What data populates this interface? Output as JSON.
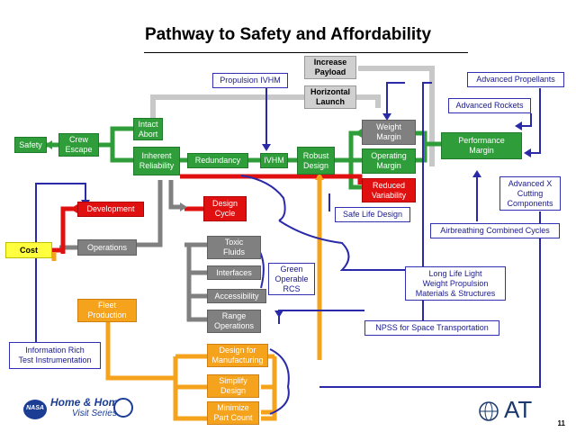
{
  "title": "Pathway to Safety and Affordability",
  "nodes": {
    "safety": "Safety",
    "crew_escape": "Crew\nEscape",
    "intact_abort": "Intact\nAbort",
    "inherent_reliability": "Inherent\nReliability",
    "redundancy": "Redundancy",
    "ivhm": "IVHM",
    "robust_design": "Robust\nDesign",
    "increase_payload": "Increase\nPayload",
    "horizontal_launch": "Horizontal\nLaunch",
    "weight_margin": "Weight\nMargin",
    "operating_margin": "Operating\nMargin",
    "reduced_variability": "Reduced\nVariability",
    "performance_margin": "Performance\nMargin",
    "cost": "Cost",
    "development": "Development",
    "operations": "Operations",
    "design_cycle": "Design\nCycle",
    "toxic_fluids": "Toxic\nFluids",
    "interfaces": "Interfaces",
    "accessibility": "Accessibility",
    "range_operations": "Range\nOperations",
    "fleet_production": "Fleet\nProduction",
    "design_for_manufacturing": "Design for\nManufacturing",
    "simplify_design": "Simplify\nDesign",
    "minimize_part_count": "Minimize\nPart Count"
  },
  "notes": {
    "propulsion_ivhm": "Propulsion IVHM",
    "advanced_propellants": "Advanced Propellants",
    "advanced_rockets": "Advanced Rockets",
    "advanced_x_cutting": "Advanced X\nCutting\nComponents",
    "safe_life_design": "Safe Life Design",
    "airbreathing": "Airbreathing Combined Cycles",
    "green_operable_rcs": "Green\nOperable\nRCS",
    "long_life_light": "Long Life Light\nWeight Propulsion\nMaterials & Structures",
    "npss": "NPSS for Space Transportation",
    "info_rich": "Information Rich\nTest Instrumentation"
  },
  "footer": {
    "page_number": "11",
    "brand_at": "AT",
    "home_home": "Home & Home",
    "visit_series": "Visit Series",
    "nasa": "NASA"
  },
  "colors": {
    "green": "#2e9d3a",
    "gray": "#808080",
    "red": "#e01010",
    "orange": "#f5a21c",
    "blue": "#2a2aa8",
    "light_gray": "#d0d0d0",
    "yellow": "#ffff40"
  }
}
